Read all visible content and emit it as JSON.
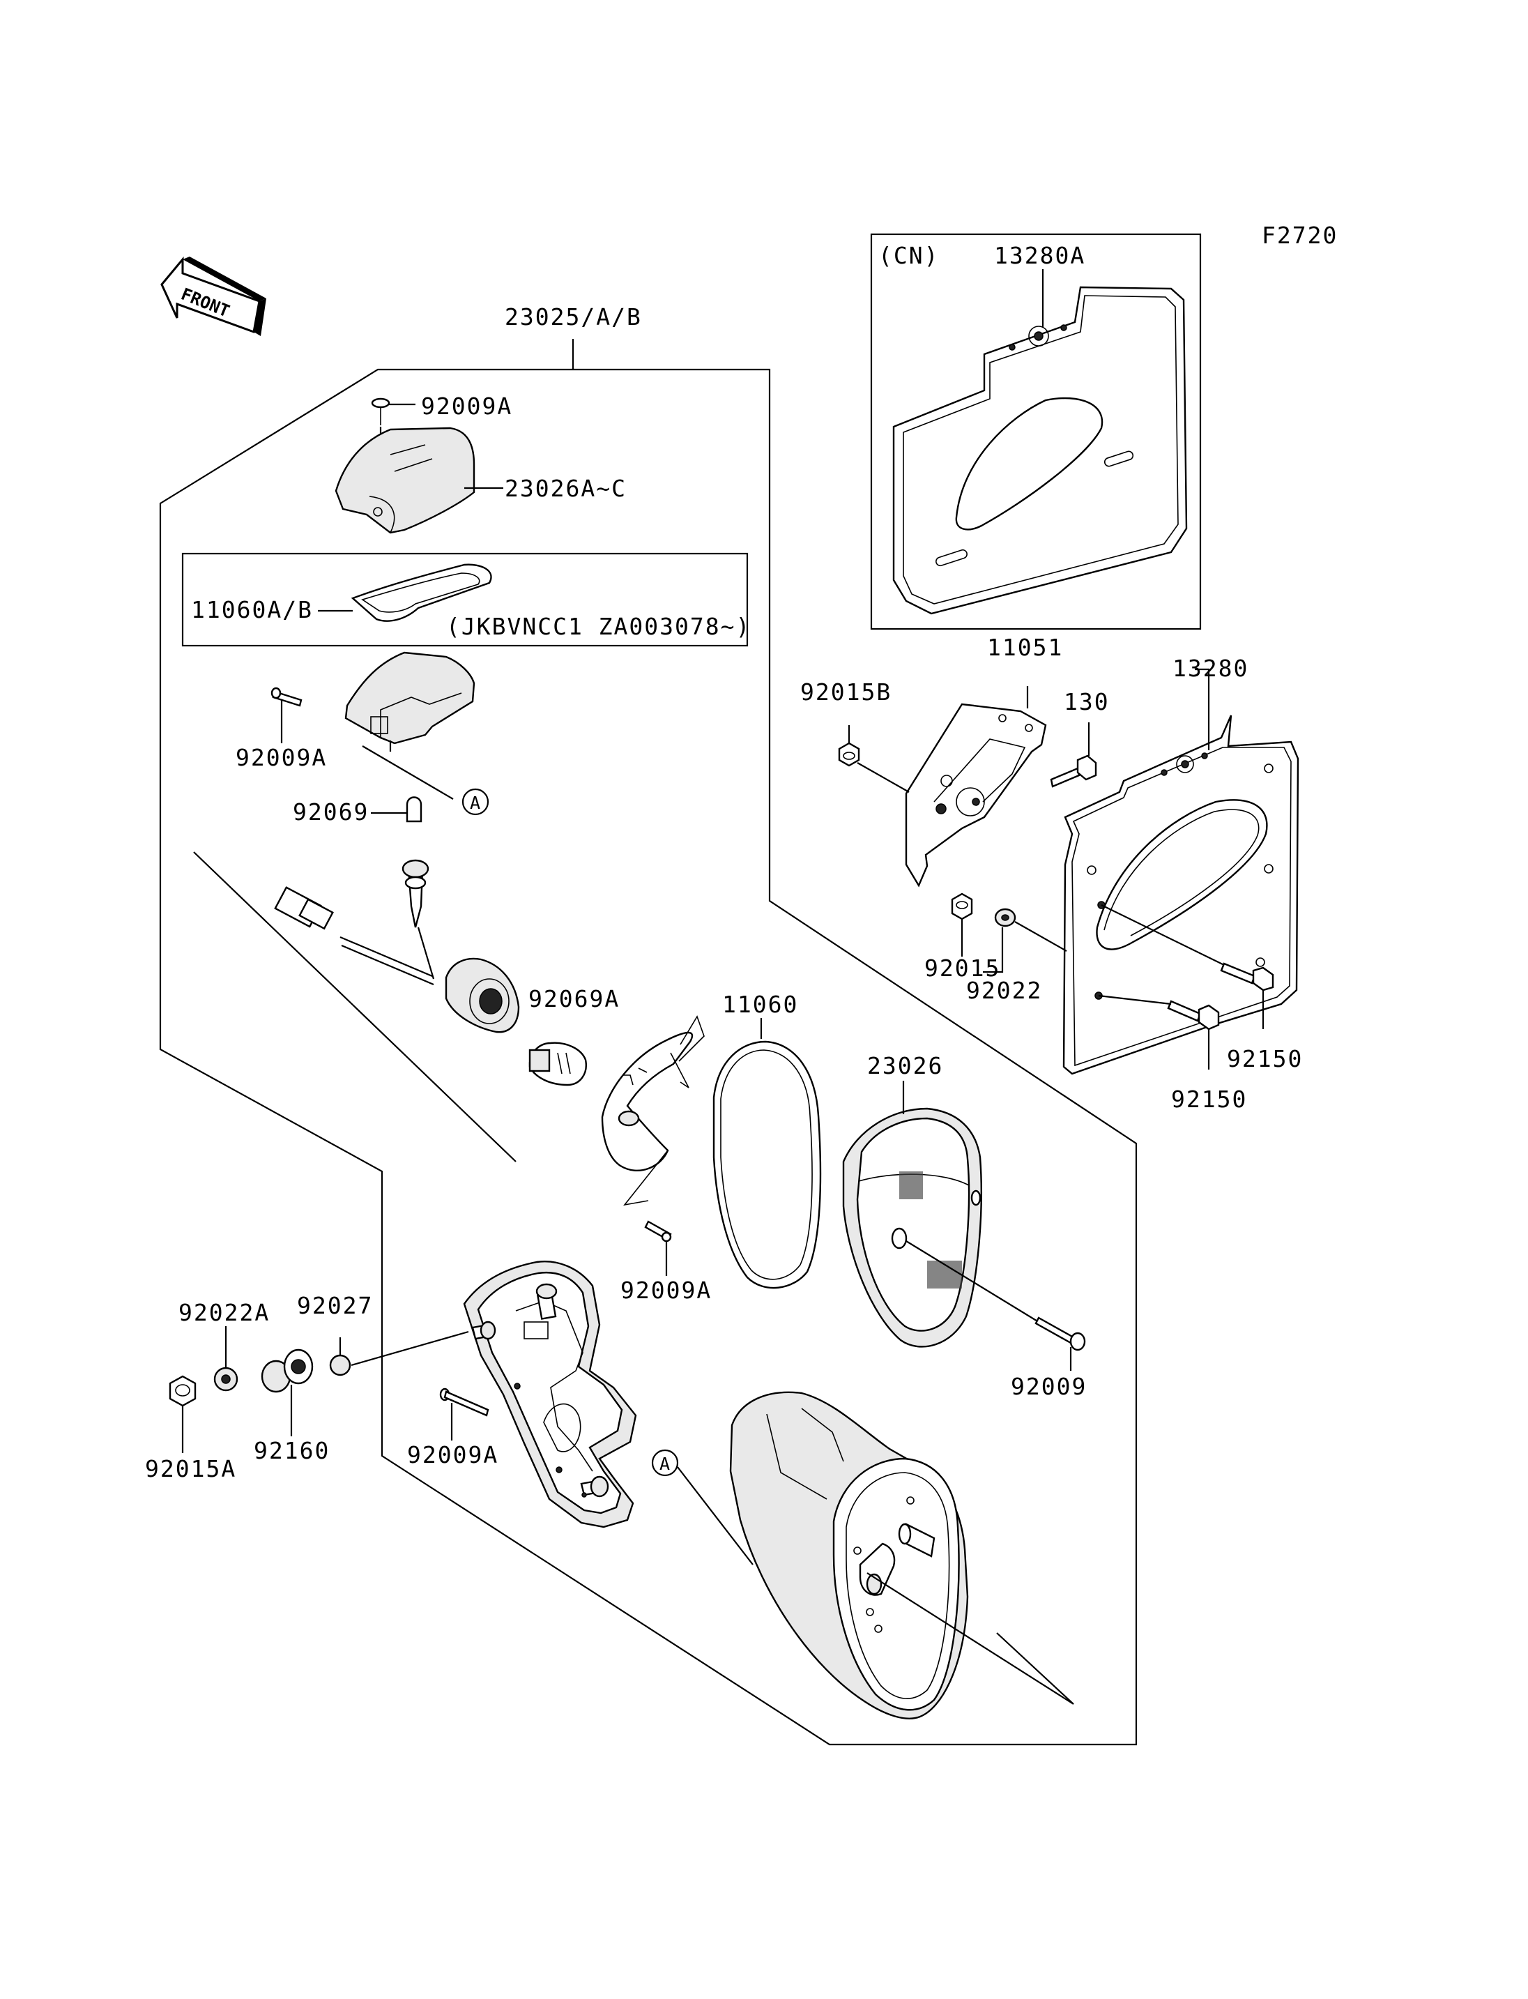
{
  "figure_code": "F2720",
  "front_arrow_label": "FRONT",
  "cn_variant_label": "(CN)",
  "callout_marker": "A",
  "vin_note": "(JKBVNCC1 ZA003078~)",
  "parts": {
    "p23025": "23025/A/B",
    "p92009A_top": "92009A",
    "p23026A": "23026A~C",
    "p11060A": "11060A/B",
    "p92009A_left": "92009A",
    "p92069": "92069",
    "p92069A": "92069A",
    "p11060": "11060",
    "p23026": "23026",
    "p92009A_mid": "92009A",
    "p92009": "92009",
    "p92027": "92027",
    "p92022A": "92022A",
    "p92160": "92160",
    "p92015A": "92015A",
    "p92009A_low": "92009A",
    "p13280A": "13280A",
    "p11051": "11051",
    "p92015B": "92015B",
    "p130": "130",
    "p13280": "13280",
    "p92015": "92015",
    "p92022": "92022",
    "p92150_a": "92150",
    "p92150_b": "92150"
  }
}
